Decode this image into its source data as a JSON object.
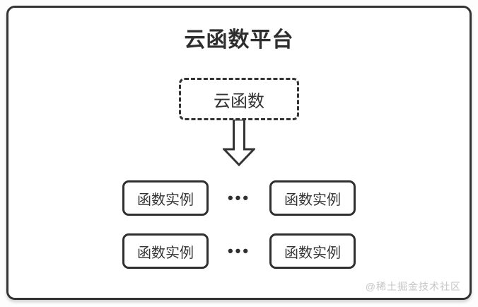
{
  "diagram": {
    "title": "云函数平台",
    "cloud_function": {
      "label": "云函数"
    },
    "ellipsis": "•••",
    "instances": [
      {
        "label": "函数实例"
      },
      {
        "label": "函数实例"
      },
      {
        "label": "函数实例"
      },
      {
        "label": "函数实例"
      }
    ],
    "colors": {
      "border": "#333333",
      "text": "#333333",
      "background": "#ffffff",
      "watermark": "#c6c6c6"
    }
  },
  "watermark": "@稀土掘金技术社区"
}
